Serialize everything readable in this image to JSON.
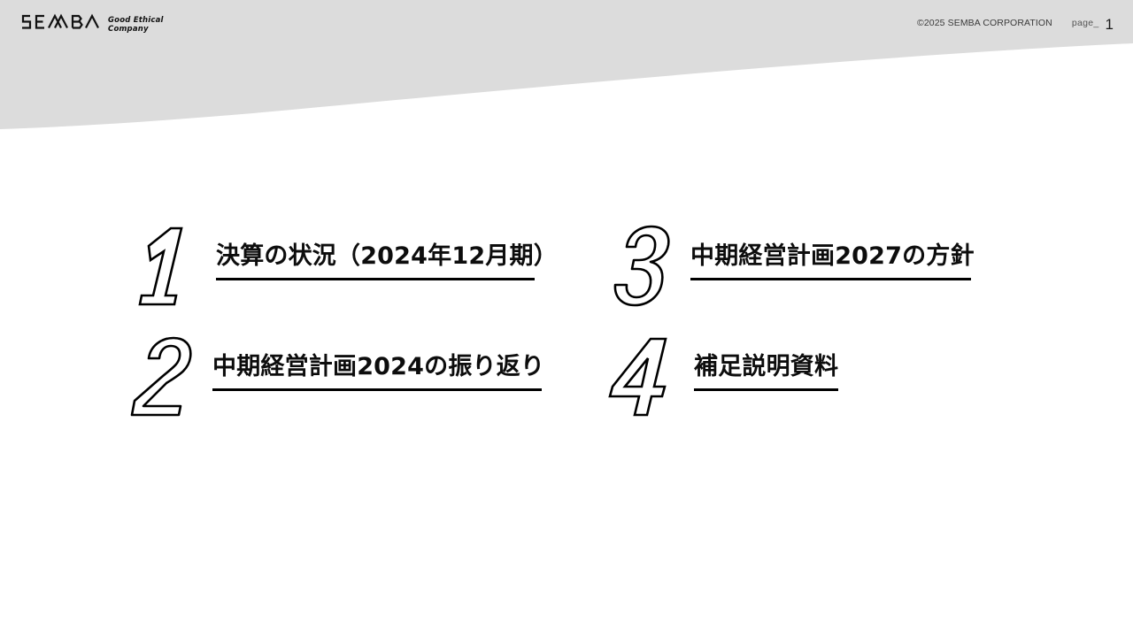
{
  "header": {
    "logo": {
      "wordmark": "SEMBA",
      "tagline": "Good Ethical\nCompany"
    },
    "copyright": "©2025 SEMBA CORPORATION",
    "page_label": "page_",
    "page_number": "1"
  },
  "colors": {
    "header_band": "#dcdcdc",
    "page_background": "#ffffff",
    "text": "#0d0d0d",
    "rule": "#000000"
  },
  "agenda": {
    "items": [
      {
        "number": "1",
        "label": "決算の状況（2024年12月期）"
      },
      {
        "number": "2",
        "label": "中期経営計画2024の振り返り"
      },
      {
        "number": "3",
        "label": "中期経営計画2027の方針"
      },
      {
        "number": "4",
        "label": "補足説明資料"
      }
    ]
  }
}
